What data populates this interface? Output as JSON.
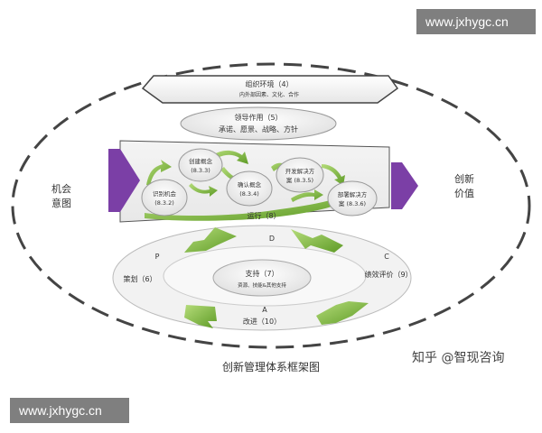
{
  "watermark_top": "www.jxhygc.cn",
  "watermark_bottom": "www.jxhygc.cn",
  "zhihu_credit": "知乎 @智现咨询",
  "caption": "创新管理体系框架图",
  "left_label_1": "机会",
  "left_label_2": "意图",
  "right_label_1": "创新",
  "right_label_2": "价值",
  "org_env": {
    "title": "组织环境（4）",
    "subtitle": "内外部因素、文化、合作"
  },
  "leadership": {
    "title": "领导作用（5）",
    "subtitle": "承诺、愿景、战略、方针"
  },
  "processes": {
    "identify": {
      "line1": "识别机会",
      "line2": "(8.3.2)"
    },
    "create": {
      "line1": "创建概念",
      "line2": "(8.3.3)"
    },
    "validate": {
      "line1": "确认概念",
      "line2": "(8.3.4)"
    },
    "develop": {
      "line1": "开发解决方",
      "line2": "案 (8.3.5)"
    },
    "deploy": {
      "line1": "部署解决方",
      "line2": "案 (8.3.6)"
    }
  },
  "operation": "运行（8）",
  "pdca": {
    "p": "P",
    "d": "D",
    "c": "C",
    "a": "A"
  },
  "planning": "策划（6）",
  "performance": "绩效评价（9）",
  "support": {
    "title": "支持（7）",
    "subtitle": "资源、技能&其他支持"
  },
  "improvement": "改进（10）",
  "colors": {
    "arrow_green": "#7cb342",
    "arrow_purple": "#7b3fa6",
    "outline": "#555555"
  }
}
